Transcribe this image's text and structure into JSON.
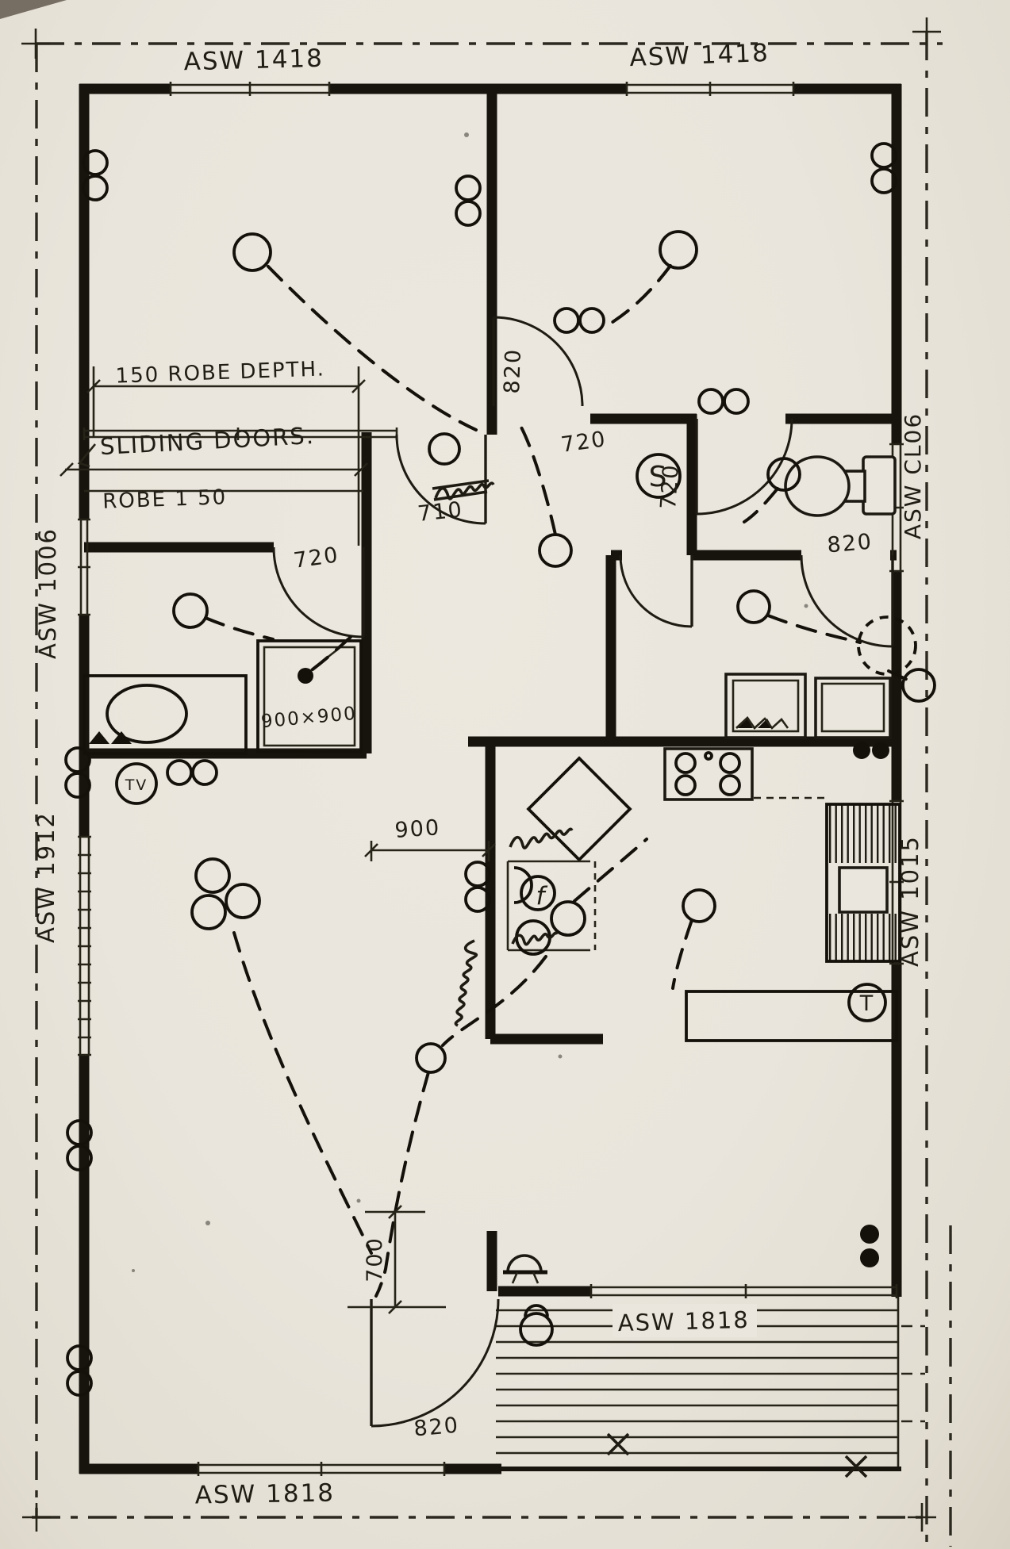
{
  "colors": {
    "paper": "#eae6dd",
    "ink": "#1b1811"
  },
  "windows": {
    "top_left": "ASW 1418",
    "top_right": "ASW 1418",
    "left_upper": "ASW 1006",
    "left_lower": "ASW 1912",
    "right_upper": "ASW CL06",
    "right_lower": "ASW 1015",
    "bottom": "ASW 1818",
    "deck": "ASW 1818"
  },
  "annotations": {
    "robe_depth": "150 ROBE DEPTH.",
    "sliding_doors": "SLIDING DOORS.",
    "robe_size": "ROBE 1 50",
    "shower_size": "900×900"
  },
  "dimensions": {
    "bed2_door": "820",
    "hall_door": "720",
    "bed1_door": "710",
    "ensuite_door": "720",
    "wc_door": "720",
    "bathroom_door": "820",
    "kitchen_opening": "900",
    "entry_setout": "700",
    "entry_door": "820"
  },
  "electrical": {
    "smoke_detector": "S",
    "tv_outlet": "TV",
    "thermostat": "T",
    "fridge": "f"
  }
}
